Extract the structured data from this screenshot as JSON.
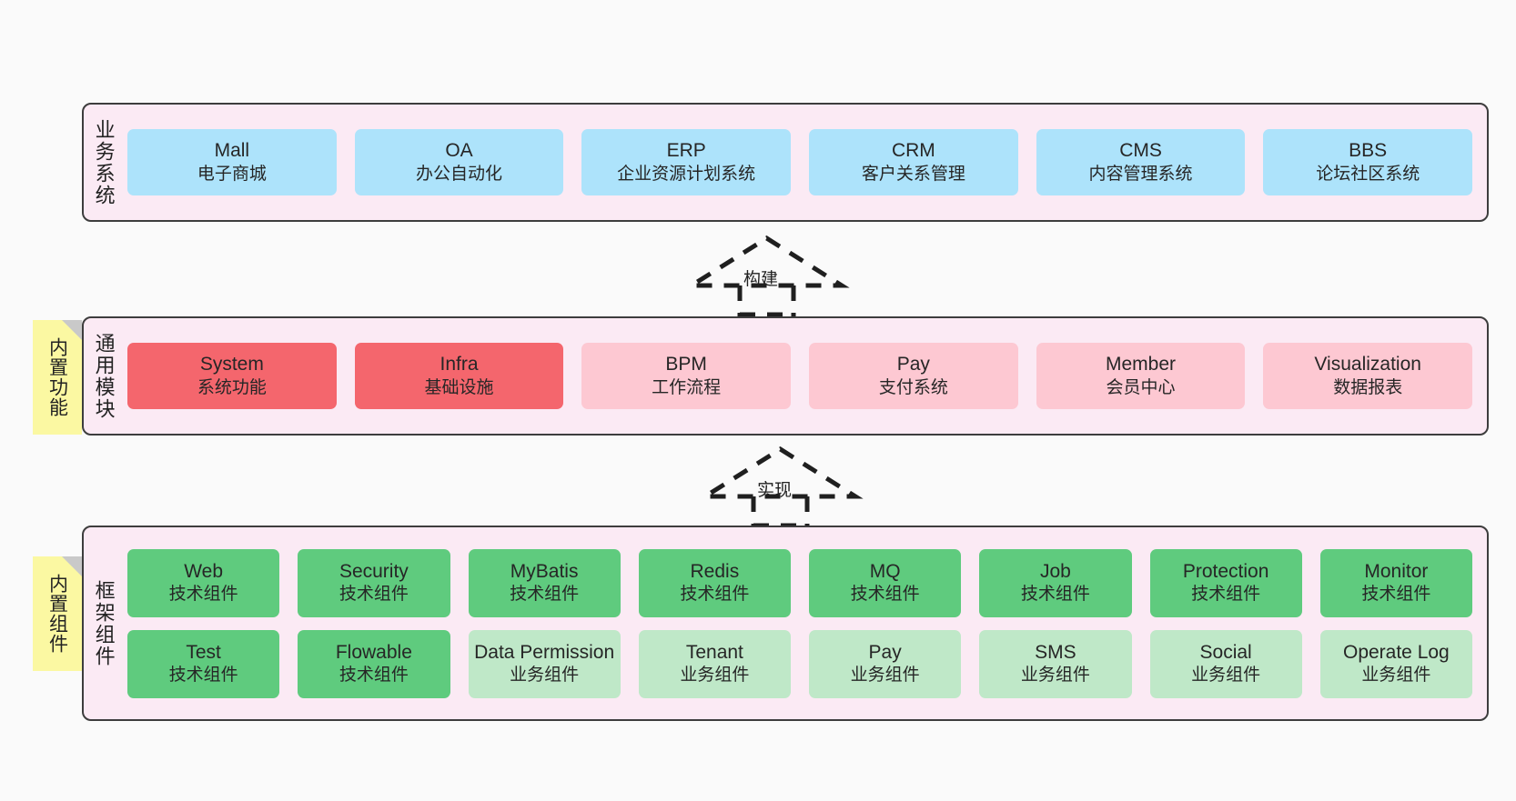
{
  "diagram": {
    "background": "#fafafa",
    "layers": [
      {
        "id": "business",
        "title": "业务系统",
        "rows": [
          {
            "cells": [
              {
                "en": "Mall",
                "cn": "电子商城",
                "color": "#ade3fb"
              },
              {
                "en": "OA",
                "cn": "办公自动化",
                "color": "#ade3fb"
              },
              {
                "en": "ERP",
                "cn": "企业资源计划系统",
                "color": "#ade3fb"
              },
              {
                "en": "CRM",
                "cn": "客户关系管理",
                "color": "#ade3fb"
              },
              {
                "en": "CMS",
                "cn": "内容管理系统",
                "color": "#ade3fb"
              },
              {
                "en": "BBS",
                "cn": "论坛社区系统",
                "color": "#ade3fb"
              }
            ]
          }
        ]
      },
      {
        "id": "common",
        "title": "通用模块",
        "rows": [
          {
            "cells": [
              {
                "en": "System",
                "cn": "系统功能",
                "color": "#f4666d"
              },
              {
                "en": "Infra",
                "cn": "基础设施",
                "color": "#f4666d"
              },
              {
                "en": "BPM",
                "cn": "工作流程",
                "color": "#fdc8d2"
              },
              {
                "en": "Pay",
                "cn": "支付系统",
                "color": "#fdc8d2"
              },
              {
                "en": "Member",
                "cn": "会员中心",
                "color": "#fdc8d2"
              },
              {
                "en": "Visualization",
                "cn": "数据报表",
                "color": "#fdc8d2"
              }
            ]
          }
        ]
      },
      {
        "id": "framework",
        "title": "框架组件",
        "rows": [
          {
            "cells": [
              {
                "en": "Web",
                "cn": "技术组件",
                "color": "#5fcb7e"
              },
              {
                "en": "Security",
                "cn": "技术组件",
                "color": "#5fcb7e"
              },
              {
                "en": "MyBatis",
                "cn": "技术组件",
                "color": "#5fcb7e"
              },
              {
                "en": "Redis",
                "cn": "技术组件",
                "color": "#5fcb7e"
              },
              {
                "en": "MQ",
                "cn": "技术组件",
                "color": "#5fcb7e"
              },
              {
                "en": "Job",
                "cn": "技术组件",
                "color": "#5fcb7e"
              },
              {
                "en": "Protection",
                "cn": "技术组件",
                "color": "#5fcb7e"
              },
              {
                "en": "Monitor",
                "cn": "技术组件",
                "color": "#5fcb7e"
              }
            ]
          },
          {
            "cells": [
              {
                "en": "Test",
                "cn": "技术组件",
                "color": "#5fcb7e"
              },
              {
                "en": "Flowable",
                "cn": "技术组件",
                "color": "#5fcb7e"
              },
              {
                "en": "Data Permission",
                "cn": "业务组件",
                "color": "#bfe8c8"
              },
              {
                "en": "Tenant",
                "cn": "业务组件",
                "color": "#bfe8c8"
              },
              {
                "en": "Pay",
                "cn": "业务组件",
                "color": "#bfe8c8"
              },
              {
                "en": "SMS",
                "cn": "业务组件",
                "color": "#bfe8c8"
              },
              {
                "en": "Social",
                "cn": "业务组件",
                "color": "#bfe8c8"
              },
              {
                "en": "Operate Log",
                "cn": "业务组件",
                "color": "#bfe8c8"
              }
            ]
          }
        ]
      }
    ],
    "side_tabs": [
      {
        "id": "builtin-func",
        "label": "内置功能",
        "color": "#fbf8a2"
      },
      {
        "id": "builtin-comp",
        "label": "内置组件",
        "color": "#fbf8a2"
      }
    ],
    "arrows": [
      {
        "id": "build",
        "label": "构建",
        "style": "dashed-generalization",
        "direction": "up"
      },
      {
        "id": "impl",
        "label": "实现",
        "style": "dashed-generalization",
        "direction": "up"
      }
    ]
  }
}
